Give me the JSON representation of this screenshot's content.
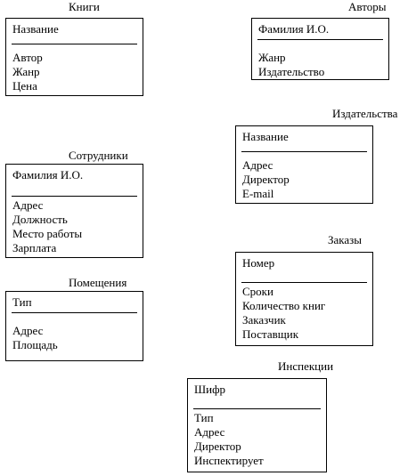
{
  "entities": {
    "books": {
      "title": "Книги",
      "key": "Название",
      "attributes": [
        "Автор",
        "Жанр",
        "Цена"
      ]
    },
    "authors": {
      "title": "Авторы",
      "key": "Фамилия И.О.",
      "attributes": [
        "Жанр",
        "Издательство"
      ]
    },
    "publishers": {
      "title": "Издательства",
      "key": "Название",
      "attributes": [
        "Адрес",
        "Директор",
        "E-mail"
      ]
    },
    "employees": {
      "title": "Сотрудники",
      "key": "Фамилия И.О.",
      "attributes": [
        "Адрес",
        "Должность",
        "Место работы",
        "Зарплата"
      ]
    },
    "orders": {
      "title": "Заказы",
      "key": "Номер",
      "attributes": [
        "Сроки",
        "Количество книг",
        "Заказчик",
        "Поставщик"
      ]
    },
    "rooms": {
      "title": "Помещения",
      "key": "Тип",
      "attributes": [
        "Адрес",
        "Площадь"
      ]
    },
    "inspections": {
      "title": "Инспекции",
      "key": "Шифр",
      "attributes": [
        "Тип",
        "Адрес",
        "Директор",
        "Инспектирует"
      ]
    }
  }
}
